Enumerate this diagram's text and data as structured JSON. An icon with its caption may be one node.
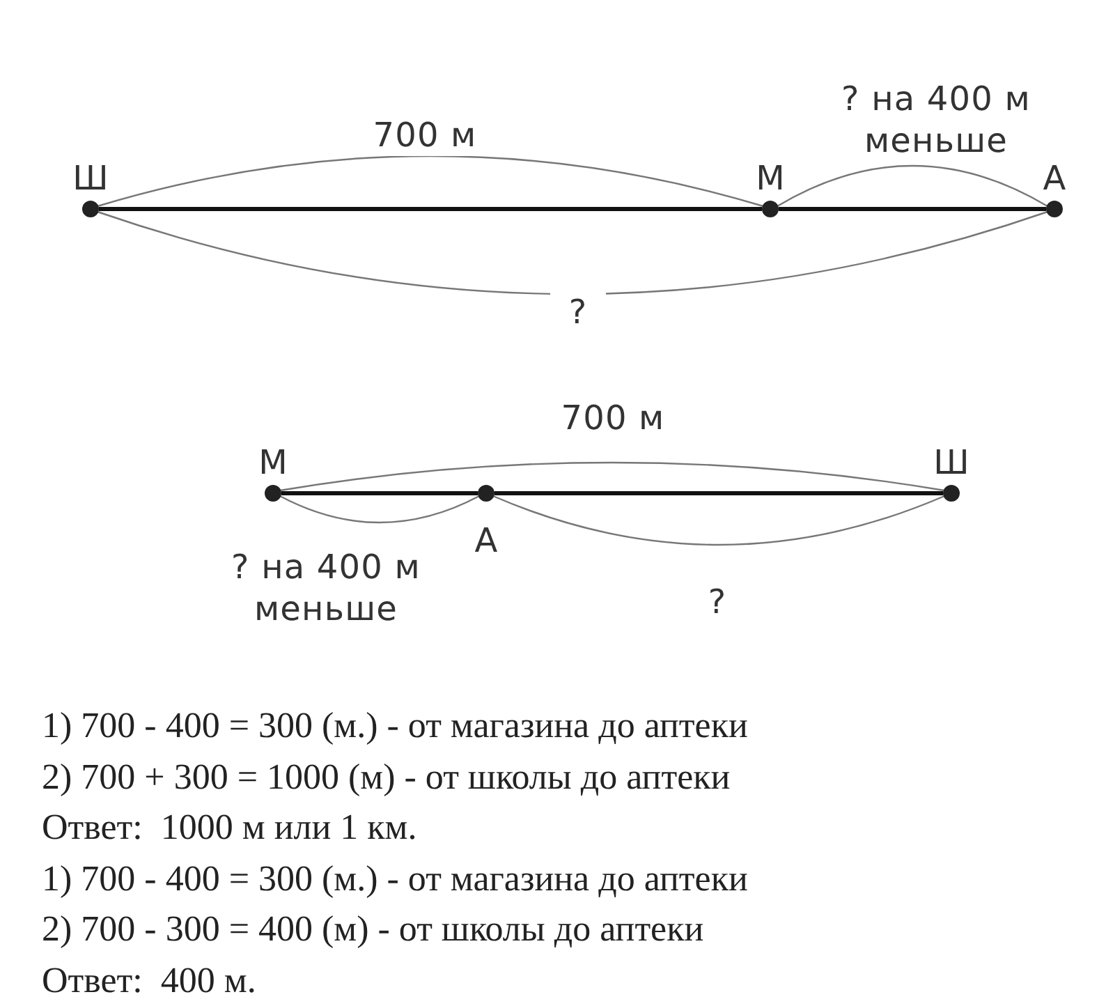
{
  "diagram": {
    "nodes": [
      {
        "text": [
          "Ш"
        ]
      },
      {
        "text": [
          "М"
        ]
      },
      {
        "text": [
          "А"
        ]
      },
      {
        "text": [
          "М"
        ]
      },
      {
        "text": [
          "А"
        ]
      },
      {
        "text": [
          "Ш"
        ]
      }
    ],
    "edges": [
      {
        "from": 0,
        "to": 1,
        "arrow": "none",
        "style": "thick",
        "color": "#111111"
      },
      {
        "from": 1,
        "to": 2,
        "arrow": "none",
        "style": "thick",
        "color": "#111111"
      },
      {
        "from": 0,
        "to": 1,
        "arrow": "none",
        "label": "700 м"
      },
      {
        "from": 1,
        "to": 2,
        "arrow": "none",
        "label": "? на 400 м меньше"
      },
      {
        "from": 0,
        "to": 2,
        "arrow": "none",
        "label": "?"
      },
      {
        "from": 3,
        "to": 4,
        "arrow": "none",
        "style": "thick",
        "color": "#111111"
      },
      {
        "from": 4,
        "to": 5,
        "arrow": "none",
        "style": "thick",
        "color": "#111111"
      },
      {
        "from": 3,
        "to": 5,
        "arrow": "none",
        "label": "700 м"
      },
      {
        "from": 3,
        "to": 4,
        "arrow": "none",
        "label": "? на 400 м меньше"
      },
      {
        "from": 4,
        "to": 5,
        "arrow": "none",
        "label": "?"
      }
    ],
    "labels": [
      "1) 700 - 400 = 300 (м.) - от магазина до аптеки",
      "2) 700 + 300 = 1000 (м) - от школы до аптеки",
      "Ответ:  1000 м или 1 км.",
      "1) 700 - 400 = 300 (м.) - от магазина до аптеки",
      "2) 700 - 300 = 400 (м) - от школы до аптеки",
      "Ответ:  400 м."
    ]
  }
}
